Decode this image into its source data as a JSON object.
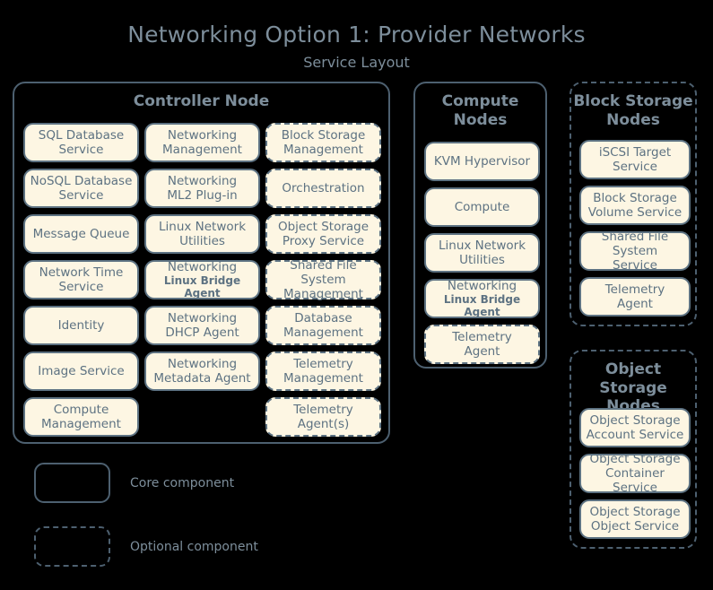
{
  "title": "Networking Option 1: Provider Networks",
  "subtitle": "Service Layout",
  "colors": {
    "background": "#000000",
    "title_text": "#7d8e9b",
    "box_fill": "#fdf6e3",
    "box_border": "#5d7282",
    "box_text": "#5d7282",
    "group_border": "#4d6070"
  },
  "controller_node": {
    "title": "Controller Node",
    "optional": false,
    "columns": [
      {
        "items": [
          {
            "line1": "SQL Database",
            "line2": "Service",
            "optional": false
          },
          {
            "line1": "NoSQL Database",
            "line2": "Service",
            "optional": false
          },
          {
            "line1": "Message Queue",
            "line2": "",
            "optional": false
          },
          {
            "line1": "Network Time",
            "line2": "Service",
            "optional": false
          },
          {
            "line1": "Identity",
            "line2": "",
            "optional": false
          },
          {
            "line1": "Image Service",
            "line2": "",
            "optional": false
          },
          {
            "line1": "Compute",
            "line2": "Management",
            "optional": false
          }
        ]
      },
      {
        "items": [
          {
            "line1": "Networking",
            "line2": "Management",
            "optional": false
          },
          {
            "line1": "Networking",
            "line2": "ML2 Plug-in",
            "optional": false
          },
          {
            "line1": "Linux Network",
            "line2": "Utilities",
            "optional": false
          },
          {
            "line1": "Networking",
            "line2": "Linux Bridge Agent",
            "optional": false,
            "sub_bold": true
          },
          {
            "line1": "Networking",
            "line2": "DHCP Agent",
            "optional": false
          },
          {
            "line1": "Networking",
            "line2": "Metadata Agent",
            "optional": false
          },
          {
            "line1": "",
            "line2": "",
            "empty": true
          }
        ]
      },
      {
        "items": [
          {
            "line1": "Block Storage",
            "line2": "Management",
            "optional": true
          },
          {
            "line1": "Orchestration",
            "line2": "",
            "optional": true
          },
          {
            "line1": "Object Storage",
            "line2": "Proxy Service",
            "optional": true
          },
          {
            "line1": "Shared File System",
            "line2": "Management",
            "optional": true
          },
          {
            "line1": "Database",
            "line2": "Management",
            "optional": true
          },
          {
            "line1": "Telemetry",
            "line2": "Management",
            "optional": true
          },
          {
            "line1": "Telemetry",
            "line2": "Agent(s)",
            "optional": true
          }
        ]
      }
    ]
  },
  "compute_nodes": {
    "title": "Compute\nNodes",
    "title_line1": "Compute",
    "title_line2": "Nodes",
    "optional": false,
    "items": [
      {
        "line1": "KVM Hypervisor",
        "line2": "",
        "optional": false
      },
      {
        "line1": "Compute",
        "line2": "",
        "optional": false
      },
      {
        "line1": "Linux Network",
        "line2": "Utilities",
        "optional": false
      },
      {
        "line1": "Networking",
        "line2": "Linux Bridge Agent",
        "optional": false,
        "sub_bold": true
      },
      {
        "line1": "Telemetry",
        "line2": "Agent",
        "optional": true
      }
    ]
  },
  "block_storage_nodes": {
    "title_line1": "Block Storage",
    "title_line2": "Nodes",
    "optional": true,
    "items": [
      {
        "line1": "iSCSI Target",
        "line2": "Service",
        "optional": false
      },
      {
        "line1": "Block Storage",
        "line2": "Volume Service",
        "optional": false
      },
      {
        "line1": "Shared File System",
        "line2": "Service",
        "optional": false
      },
      {
        "line1": "Telemetry",
        "line2": "Agent",
        "optional": false
      }
    ]
  },
  "object_storage_nodes": {
    "title_line1": "Object",
    "title_line2": "Storage Nodes",
    "optional": true,
    "items": [
      {
        "line1": "Object Storage",
        "line2": "Account Service",
        "optional": false
      },
      {
        "line1": "Object Storage",
        "line2": "Container Service",
        "optional": false
      },
      {
        "line1": "Object Storage",
        "line2": "Object Service",
        "optional": false
      }
    ]
  },
  "legend": {
    "core_label": "Core component",
    "optional_label": "Optional component"
  }
}
